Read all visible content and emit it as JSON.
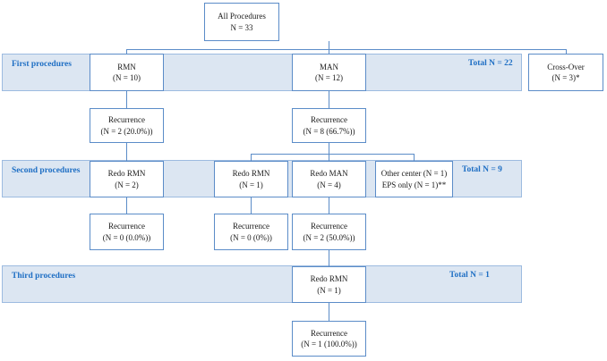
{
  "figure": {
    "type": "flowchart",
    "title_text": "All Procedures",
    "bands": [
      {
        "label": "First procedures",
        "total": "Total N = 22"
      },
      {
        "label": "Second procedures",
        "total": "Total N = 9"
      },
      {
        "label": "Third procedures",
        "total": "Total N = 1"
      }
    ],
    "nodes": {
      "root": {
        "line1": "All Procedures",
        "line2": "N = 33"
      },
      "rmn": {
        "line1": "RMN",
        "line2": "(N = 10)"
      },
      "man": {
        "line1": "MAN",
        "line2": "(N = 12)"
      },
      "crossover": {
        "line1": "Cross-Over",
        "line2": "(N = 3)*"
      },
      "rmn_recurrence": {
        "line1": "Recurrence",
        "line2": "(N = 2 (20.0%))"
      },
      "man_recurrence": {
        "line1": "Recurrence",
        "line2": "(N = 8 (66.7%))"
      },
      "redo_rmn_2": {
        "line1": "Redo RMN",
        "line2": "(N = 2)"
      },
      "redo_rmn_1": {
        "line1": "Redo RMN",
        "line2": "(N = 1)"
      },
      "redo_man_4": {
        "line1": "Redo MAN",
        "line2": "(N = 4)"
      },
      "other_center": {
        "line1": "Other center (N = 1)",
        "line2": "EPS only (N = 1)**"
      },
      "redo_rmn_2_rec": {
        "line1": "Recurrence",
        "line2": "(N = 0 (0.0%))"
      },
      "redo_rmn_1_rec": {
        "line1": "Recurrence",
        "line2": "(N = 0 (0%))"
      },
      "redo_man_4_rec": {
        "line1": "Recurrence",
        "line2": "(N = 2 (50.0%))"
      },
      "redo_rmn_3": {
        "line1": "Redo RMN",
        "line2": "(N = 1)"
      },
      "redo_rmn_3_rec": {
        "line1": "Recurrence",
        "line2": "(N = 1 (100.0%))"
      }
    },
    "colors": {
      "band_fill": "#dce6f2",
      "band_border": "#9dbbe0",
      "node_border": "#5b8cc8",
      "accent_text": "#1f6fc4",
      "node_text": "#1a1a1a",
      "background": "#ffffff"
    }
  }
}
